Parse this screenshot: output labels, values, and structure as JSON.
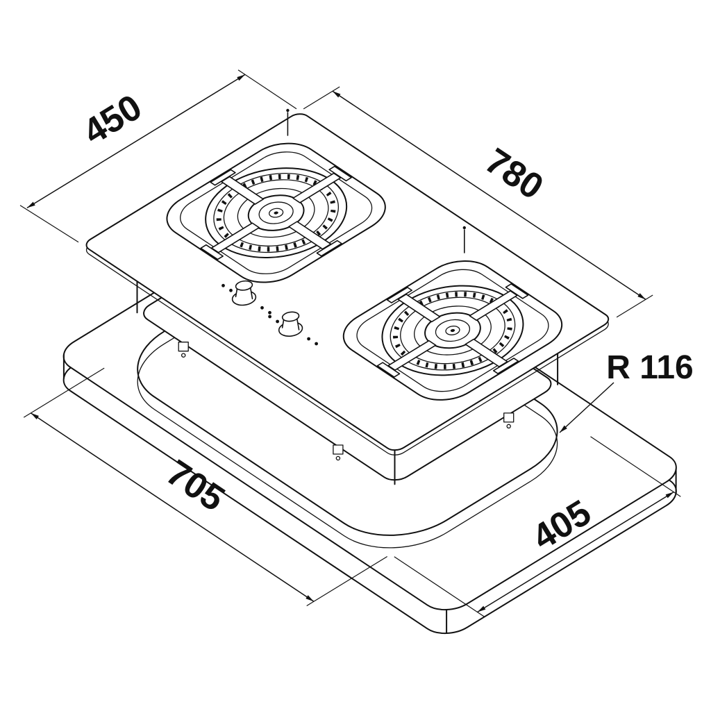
{
  "drawing": {
    "dimensions": {
      "hob_depth_label": "450",
      "hob_width_label": "780",
      "cutout_length_label": "705",
      "cutout_depth_label": "405",
      "corner_radius_label": "R 116"
    },
    "colors": {
      "line": "#111111",
      "background": "#ffffff"
    }
  }
}
